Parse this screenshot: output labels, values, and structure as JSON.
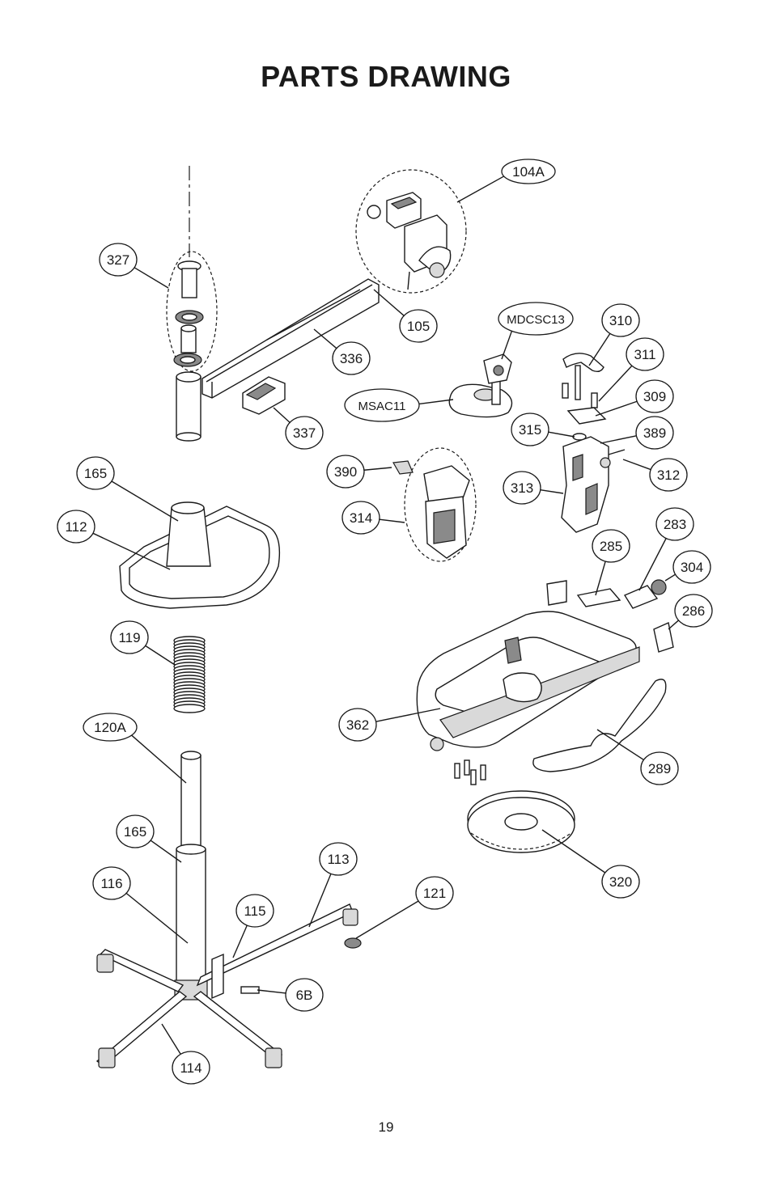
{
  "page": {
    "title": "PARTS DRAWING",
    "page_number": "19"
  },
  "callouts": [
    {
      "id": "104A",
      "label": "104A"
    },
    {
      "id": "327",
      "label": "327"
    },
    {
      "id": "105",
      "label": "105"
    },
    {
      "id": "336",
      "label": "336"
    },
    {
      "id": "MDCSC13",
      "label": "MDCSC13"
    },
    {
      "id": "310",
      "label": "310"
    },
    {
      "id": "311",
      "label": "311"
    },
    {
      "id": "309",
      "label": "309"
    },
    {
      "id": "MSAC11",
      "label": "MSAC11"
    },
    {
      "id": "337",
      "label": "337"
    },
    {
      "id": "315",
      "label": "315"
    },
    {
      "id": "389",
      "label": "389"
    },
    {
      "id": "165a",
      "label": "165"
    },
    {
      "id": "390",
      "label": "390"
    },
    {
      "id": "312",
      "label": "312"
    },
    {
      "id": "313",
      "label": "313"
    },
    {
      "id": "112",
      "label": "112"
    },
    {
      "id": "314",
      "label": "314"
    },
    {
      "id": "283",
      "label": "283"
    },
    {
      "id": "285",
      "label": "285"
    },
    {
      "id": "304",
      "label": "304"
    },
    {
      "id": "286",
      "label": "286"
    },
    {
      "id": "119",
      "label": "119"
    },
    {
      "id": "362",
      "label": "362"
    },
    {
      "id": "120A",
      "label": "120A"
    },
    {
      "id": "289",
      "label": "289"
    },
    {
      "id": "165b",
      "label": "165"
    },
    {
      "id": "113",
      "label": "113"
    },
    {
      "id": "116",
      "label": "116"
    },
    {
      "id": "121",
      "label": "121"
    },
    {
      "id": "320",
      "label": "320"
    },
    {
      "id": "115",
      "label": "115"
    },
    {
      "id": "6B",
      "label": "6B"
    },
    {
      "id": "114",
      "label": "114"
    }
  ]
}
